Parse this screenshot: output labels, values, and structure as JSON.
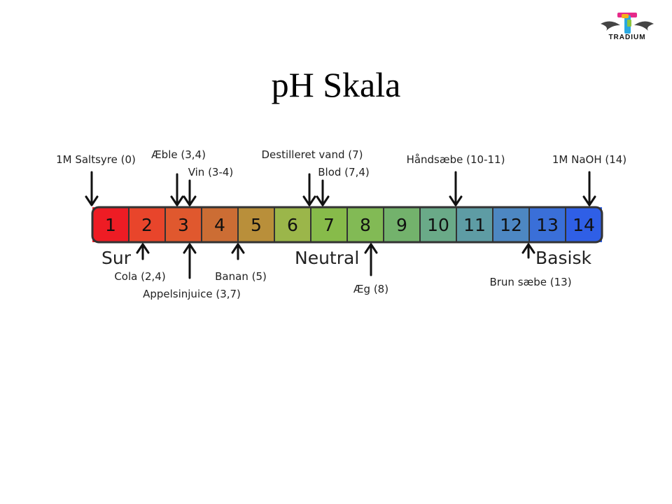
{
  "slide": {
    "title": "pH Skala"
  },
  "logo": {
    "text": "TRADIUM"
  },
  "scale": {
    "numbers": [
      "1",
      "2",
      "3",
      "4",
      "5",
      "6",
      "7",
      "8",
      "9",
      "10",
      "11",
      "12",
      "13",
      "14"
    ],
    "colors": [
      "#ee1c24",
      "#e8452b",
      "#e0582e",
      "#cc6d34",
      "#b98f3a",
      "#9bb64a",
      "#87bb4a",
      "#82ba55",
      "#73b26c",
      "#6aaa88",
      "#5e9ca4",
      "#4d87c2",
      "#3a6fd8",
      "#2f5fe6"
    ]
  },
  "regions": {
    "acid": "Sur",
    "neutral": "Neutral",
    "basic": "Basisk"
  },
  "top_labels": [
    {
      "text": "1M Saltsyre (0)"
    },
    {
      "text": "Æble (3,4)"
    },
    {
      "text": "Vin (3-4)"
    },
    {
      "text": "Destilleret vand (7)"
    },
    {
      "text": "Blod (7,4)"
    },
    {
      "text": "Håndsæbe (10-11)"
    },
    {
      "text": "1M NaOH (14)"
    }
  ],
  "bottom_labels": [
    {
      "text": "Cola (2,4)"
    },
    {
      "text": "Appelsinjuice (3,7)"
    },
    {
      "text": "Banan (5)"
    },
    {
      "text": "Æg (8)"
    },
    {
      "text": "Brun sæbe (13)"
    }
  ]
}
